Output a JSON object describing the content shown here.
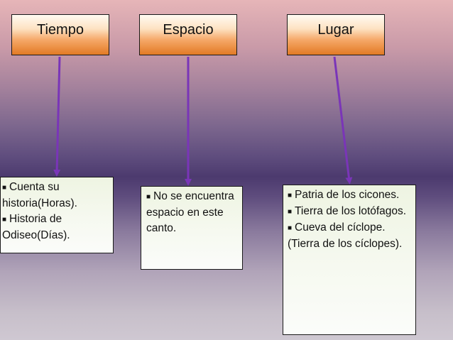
{
  "headers": {
    "tiempo": "Tiempo",
    "espacio": "Espacio",
    "lugar": "Lugar"
  },
  "tiempo_items": [
    "Cuenta su historia(Horas).",
    "Historia de Odiseo(Días)."
  ],
  "espacio_items": [
    "No se encuentra espacio en este canto."
  ],
  "lugar_items": [
    "Patria de los cicones.",
    "Tierra de los lotófagos.",
    "Cueva del cíclope.(Tierra de los cíclopes)."
  ],
  "bullet_icon": "square-bullet-icon",
  "colors": {
    "arrow": "#7a35b8",
    "header_orange": "#e27a24",
    "content_green_tint": "#eef4e2"
  }
}
